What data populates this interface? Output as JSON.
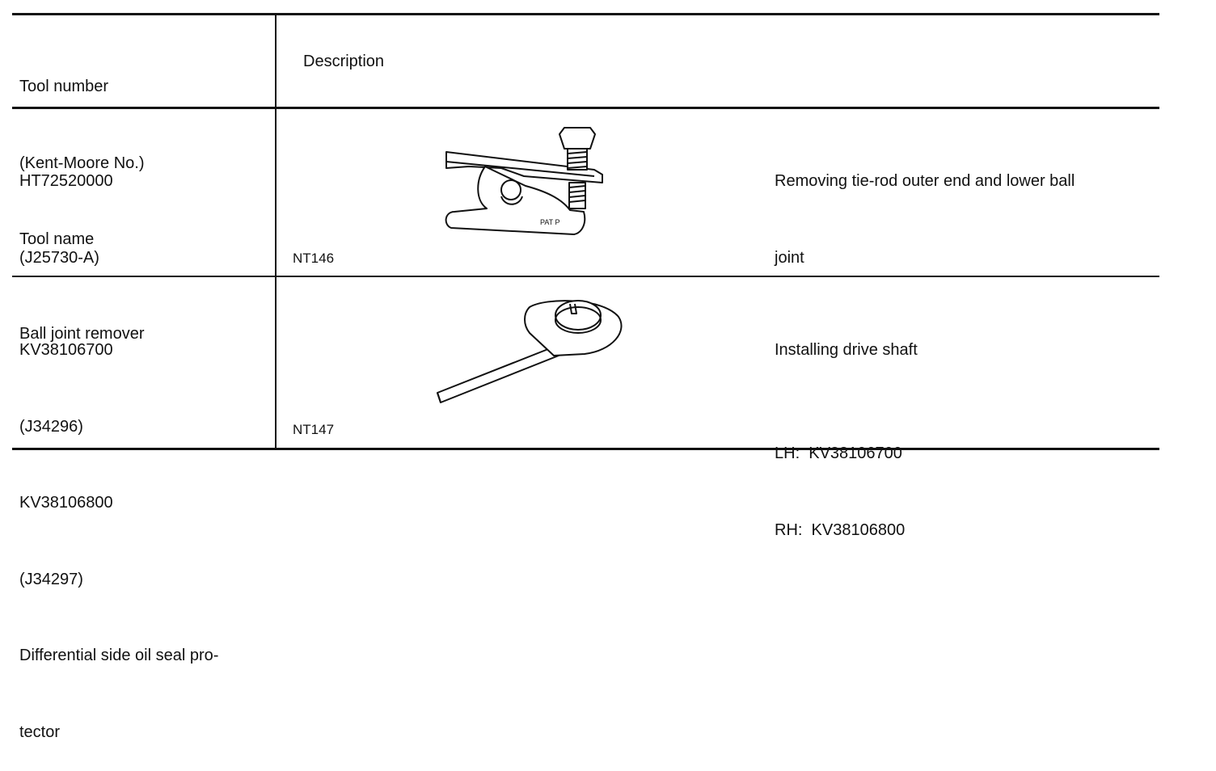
{
  "header": {
    "tool_column_lines": [
      "Tool number",
      "(Kent-Moore No.)",
      "Tool name"
    ],
    "description_label": "Description"
  },
  "rows": [
    {
      "tool_lines": [
        "HT72520000",
        "(J25730-A)",
        "Ball joint remover"
      ],
      "figure_code": "NT146",
      "figure_label": "PAT P",
      "description_lines": [
        "Removing tie-rod outer end and lower ball",
        "joint"
      ],
      "icon": "ball-joint-remover-icon"
    },
    {
      "tool_lines": [
        "KV38106700",
        "(J34296)",
        "KV38106800",
        "(J34297)",
        "Differential side oil seal pro-",
        "tector"
      ],
      "figure_code": "NT147",
      "description_lines": [
        "Installing drive shaft"
      ],
      "side_lines": [
        "LH:  KV38106700",
        "RH:  KV38106800"
      ],
      "icon": "oil-seal-protector-icon"
    }
  ]
}
